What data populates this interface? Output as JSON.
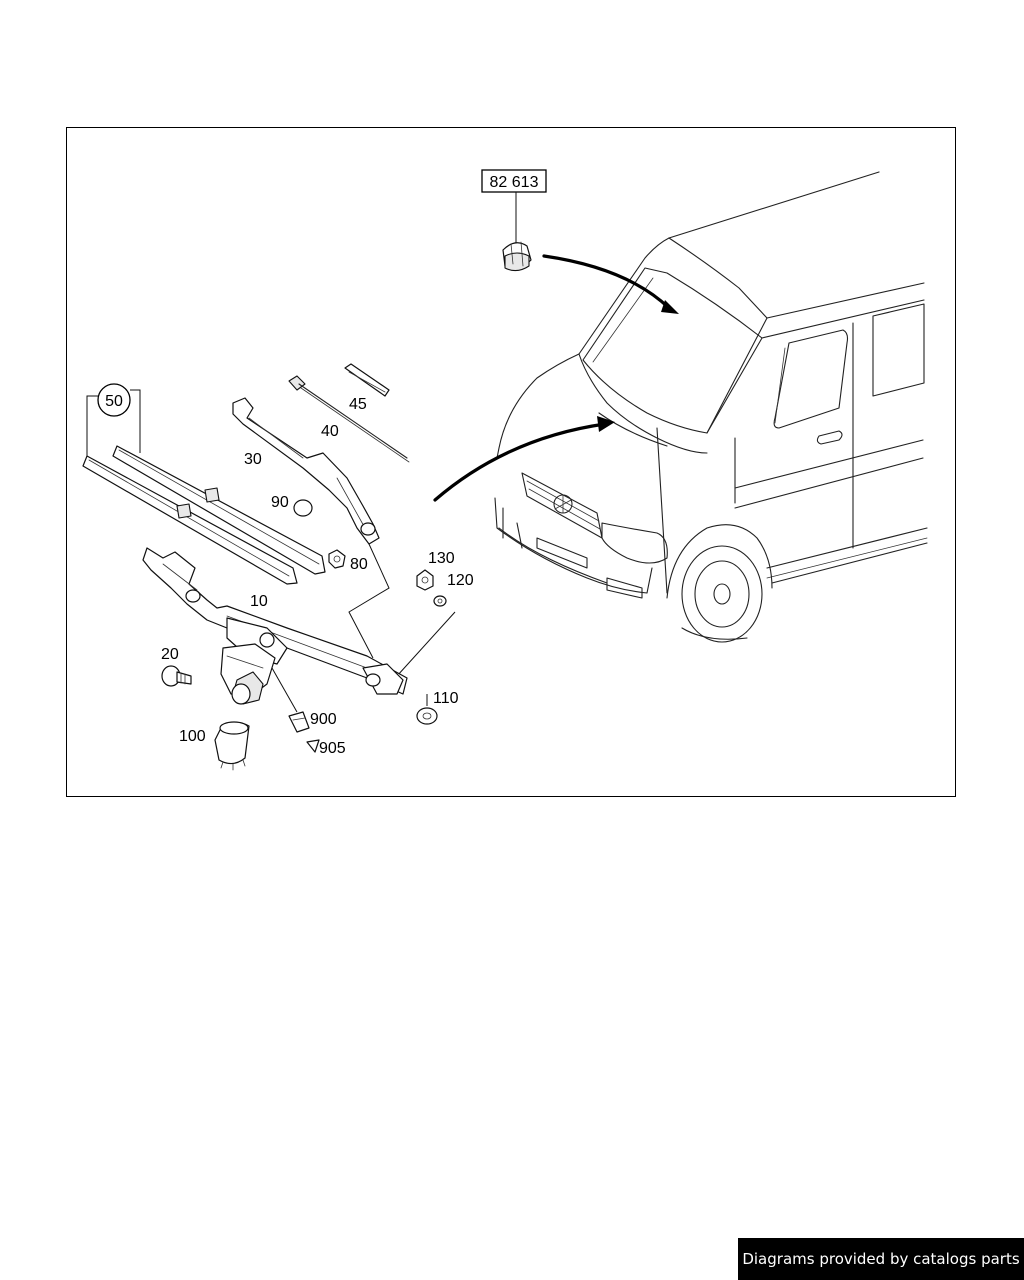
{
  "labels": {
    "ref_box": "82 613",
    "p50": "50",
    "p45": "45",
    "p40": "40",
    "p30": "30",
    "p90": "90",
    "p80": "80",
    "p130": "130",
    "p120": "120",
    "p10": "10",
    "p20": "20",
    "p110": "110",
    "p900": "900",
    "p905": "905",
    "p100": "100"
  },
  "footer": {
    "credit": "Diagrams provided by catalogs parts"
  }
}
